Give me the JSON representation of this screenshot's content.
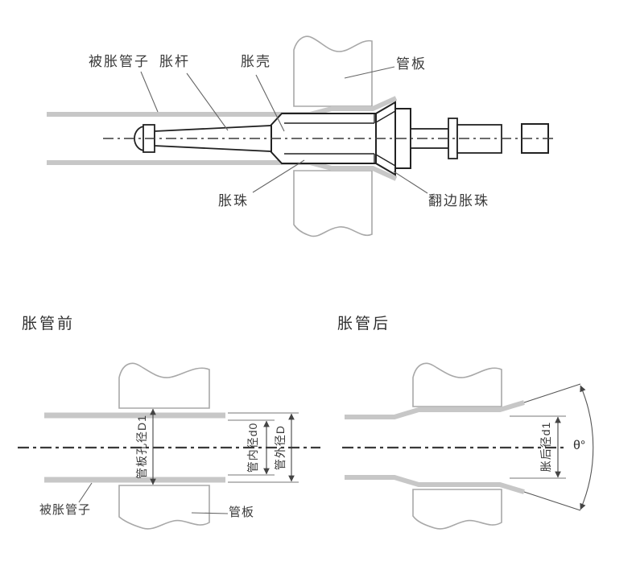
{
  "colors": {
    "dark_line": "#222222",
    "plate_line": "#a8a8a8",
    "tube_gray": "#c7c7c7",
    "dim_line": "#555555",
    "text": "#3a3a3a"
  },
  "top_diagram": {
    "labels": {
      "expanded_tube": "被胀管子",
      "expander_rod": "胀杆",
      "expander_shell": "胀壳",
      "tube_plate": "管板",
      "expander_roller": "胀珠",
      "flanging_roller": "翻边胀珠"
    }
  },
  "before_diagram": {
    "title": "胀管前",
    "dim_plate_hole": "管板孔径D1",
    "dim_inner": "管内径d0",
    "dim_outer": "管外径D",
    "label_expanded_tube": "被胀管子",
    "label_tube_plate": "管板"
  },
  "after_diagram": {
    "title": "胀管后",
    "dim_expanded": "胀后径d1",
    "angle": "θ°"
  }
}
